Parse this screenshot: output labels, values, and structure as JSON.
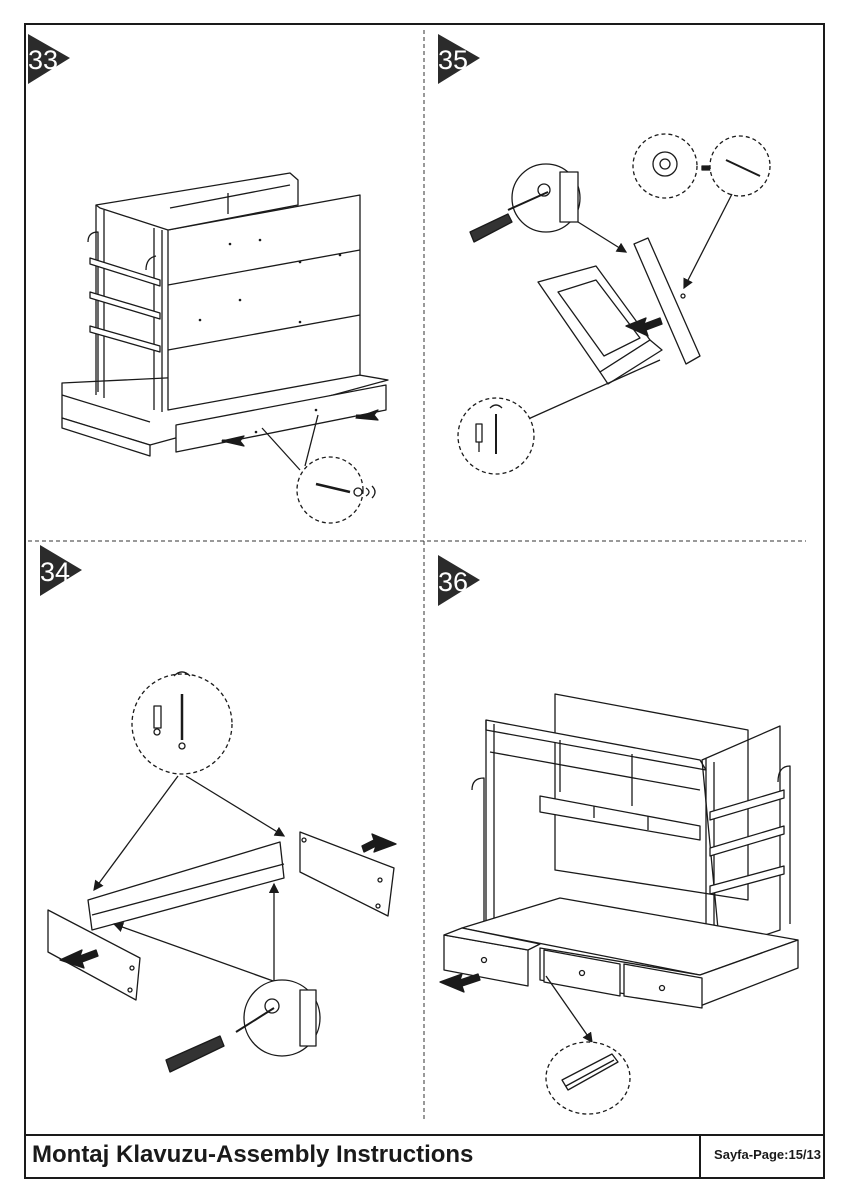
{
  "steps": [
    {
      "number": "33"
    },
    {
      "number": "35"
    },
    {
      "number": "34"
    },
    {
      "number": "36"
    }
  ],
  "footer": {
    "title": "Montaj Klavuzu-Assembly Instructions",
    "page_label": "Sayfa-Page:15/13"
  },
  "colors": {
    "line": "#1a1a1a",
    "badge": "#2b2b2b",
    "tool_handle": "#333333",
    "background": "#ffffff"
  }
}
